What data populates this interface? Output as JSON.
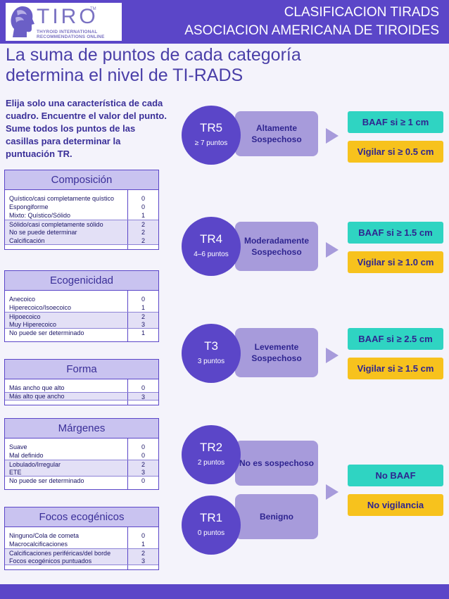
{
  "logo": {
    "word": "TIRO",
    "tm": "TM",
    "sub1": "THYROID INTERNATIONAL",
    "sub2": "RECOMMENDATIONS ONLINE"
  },
  "header": {
    "line1": "CLASIFICACION TIRADS",
    "line2": "ASOCIACION AMERICANA DE TIROIDES"
  },
  "title": {
    "line1": "La suma de puntos de cada categoría",
    "line2": "determina el nivel de TI-RADS"
  },
  "instructions": "Elija solo una característica de cada cuadro. Encuentre el valor del punto. Sume todos los puntos de las casillas para determinar la puntuación TR.",
  "categories": [
    {
      "title": "Composición",
      "rows": [
        {
          "label": "Quístico/casi completamente quístico",
          "value": "0"
        },
        {
          "label": "Espongiforme",
          "value": "0"
        },
        {
          "label": "Mixto: Quístico/Sólido",
          "value": "1"
        },
        {
          "label": "Sólido/casi completamente sólido",
          "value": "2"
        },
        {
          "label": "No se puede determinar",
          "value": "2"
        },
        {
          "label": "Calcificación",
          "value": "2"
        }
      ]
    },
    {
      "title": "Ecogenicidad",
      "rows": [
        {
          "label": "Anecoico",
          "value": "0"
        },
        {
          "label": "Hiperecoico/Isoecoico",
          "value": "1"
        },
        {
          "label": "Hipoecoico",
          "value": "2"
        },
        {
          "label": "Muy Hiperecoico",
          "value": "3"
        },
        {
          "label": "No puede ser determinado",
          "value": "1"
        }
      ]
    },
    {
      "title": "Forma",
      "rows": [
        {
          "label": "Más ancho que alto",
          "value": "0"
        },
        {
          "label": "Más alto que ancho",
          "value": "3"
        }
      ]
    },
    {
      "title": "Márgenes",
      "rows": [
        {
          "label": "Suave",
          "value": "0"
        },
        {
          "label": "Mal definido",
          "value": "0"
        },
        {
          "label": "Lobulado/Irregular",
          "value": "2"
        },
        {
          "label": "ETE",
          "value": "3"
        },
        {
          "label": "No puede ser determinado",
          "value": "0"
        }
      ]
    },
    {
      "title": "Focos ecogénicos",
      "rows": [
        {
          "label": "Ninguno/Cola de cometa",
          "value": "0"
        },
        {
          "label": "Macrocalcificaciones",
          "value": "1"
        },
        {
          "label": "Calcificaciones periféricas/del borde",
          "value": "2"
        },
        {
          "label": "Focos ecogénicos puntuados",
          "value": "3"
        }
      ]
    }
  ],
  "levels": [
    {
      "code": "TR5",
      "points": "≥ 7 puntos",
      "label": "Altamente Sospechoso",
      "baaf": "BAAF si ≥ 1 cm",
      "vigilar": "Vigilar si ≥ 0.5 cm"
    },
    {
      "code": "TR4",
      "points": "4–6 puntos",
      "label": "Moderadamente Sospechoso",
      "baaf": "BAAF si ≥ 1.5 cm",
      "vigilar": "Vigilar si ≥ 1.0 cm"
    },
    {
      "code": "T3",
      "points": "3 puntos",
      "label": "Levemente Sospechoso",
      "baaf": "BAAF si ≥ 2.5 cm",
      "vigilar": "Vigilar si ≥ 1.5 cm"
    },
    {
      "code": "TR2",
      "points": "2 puntos",
      "label": "No es sospechoso"
    },
    {
      "code": "TR1",
      "points": "0 puntos",
      "label": "Benigno"
    }
  ],
  "low_risk": {
    "baaf": "No BAAF",
    "vigilar": "No vigilancia"
  },
  "colors": {
    "brand": "#5b46c8",
    "category_box": "#a79bdb",
    "baaf": "#2fd4c2",
    "vigilar": "#f7c21d"
  }
}
